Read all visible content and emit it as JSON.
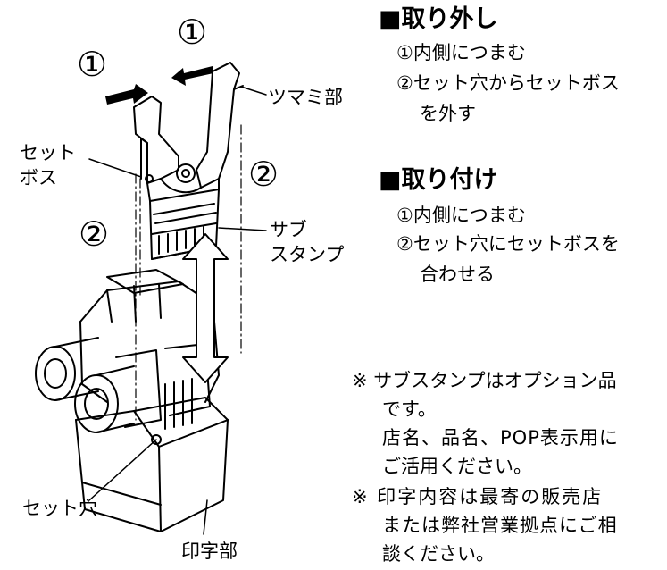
{
  "diagram": {
    "step_markers": [
      "①",
      "①",
      "②",
      "②"
    ],
    "labels": {
      "tsumami": "ツマミ部",
      "set_boss": [
        "セット",
        "ボス"
      ],
      "sub_stamp": [
        "サブ",
        "スタンプ"
      ],
      "set_hole": "セット穴",
      "print_part": "印字部"
    }
  },
  "removal": {
    "title": "■取り外し",
    "steps": [
      "①内側につまむ",
      "②セット穴からセットボス",
      "を外す"
    ]
  },
  "attach": {
    "title": "■取り付け",
    "steps": [
      "①内側につまむ",
      "②セット穴にセットボスを",
      "合わせる"
    ]
  },
  "notes": {
    "note1": [
      "※ サブスタンプはオプション品",
      "です。",
      "店名、品名、POP表示用に",
      "ご活用ください。"
    ],
    "note2": [
      "※ 印字内容は最寄の販売店",
      "または弊社営業拠点にご相",
      "談ください。"
    ]
  }
}
